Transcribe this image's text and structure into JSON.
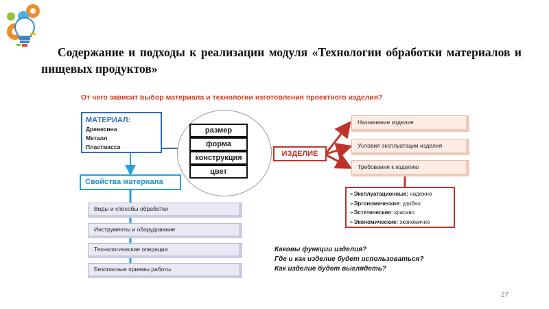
{
  "title": "Содержание и подходы к реализации модуля «Технологии обработки материалов и пищевых продуктов»",
  "question": "От чего зависит выбор материала и технологии изготовления  проектного изделия?",
  "material": {
    "title": "МАТЕРИАЛ:",
    "items": [
      "Древесина",
      "Металл",
      "Пластмасса"
    ]
  },
  "material_properties": "Свойства материала",
  "processing_items": [
    "Виды и способы обработки",
    "Инструменты и оборудование",
    "Технологические операции",
    "Безопасные приемы работы"
  ],
  "parameters": [
    "размер",
    "форма",
    "конструкция",
    "цвет"
  ],
  "product": "ИЗДЕЛИЕ",
  "product_aspects": [
    "Назначение изделия",
    "Условия эксплуатации изделия",
    "Требования к изделию"
  ],
  "requirements": [
    {
      "label": "Эксплуатационные:",
      "value": "надежно"
    },
    {
      "label": "Эргономические:",
      "value": "удобно"
    },
    {
      "label": "Эстетические:",
      "value": "красиво"
    },
    {
      "label": "Экономические:",
      "value": "экономично"
    }
  ],
  "guiding_questions": [
    "Каковы функции изделия?",
    "Где и как  изделие будет использоваться?",
    "Как изделие будет выглядеть?"
  ],
  "page_number": "27",
  "colors": {
    "material_border": "#2f6db5",
    "properties_border": "#2aa0d8",
    "product_red": "#c0332b",
    "question_red": "#d03c22",
    "lavender": "#e8e9f3",
    "peach": "#fdece4"
  },
  "icons": [
    "lightbulb-gears-logo-icon"
  ]
}
